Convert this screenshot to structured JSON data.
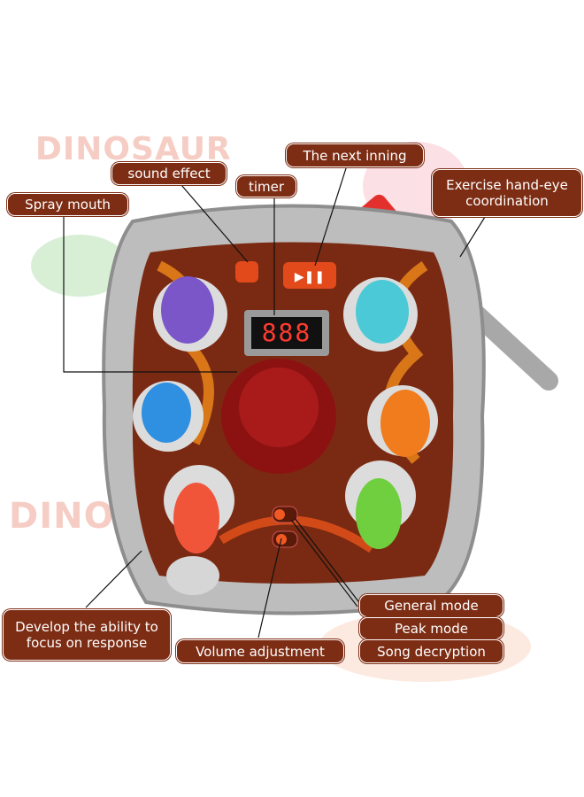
{
  "watermarks": {
    "top": "DINOSAUR",
    "side": "DINO"
  },
  "timer_display": "888",
  "callouts": {
    "spray_mouth": "Spray mouth",
    "sound_effect": "sound effect",
    "timer": "timer",
    "next_inning": "The next inning",
    "hand_eye": "Exercise hand-eye coordination",
    "focus": "Develop the ability to focus on response",
    "volume": "Volume adjustment",
    "general_mode": "General mode",
    "peak_mode": "Peak mode",
    "song_decryption": "Song decryption"
  },
  "colors": {
    "callout_bg": "#7d2d14",
    "frame": "#b9b9b9",
    "board": "#7a2a12"
  }
}
